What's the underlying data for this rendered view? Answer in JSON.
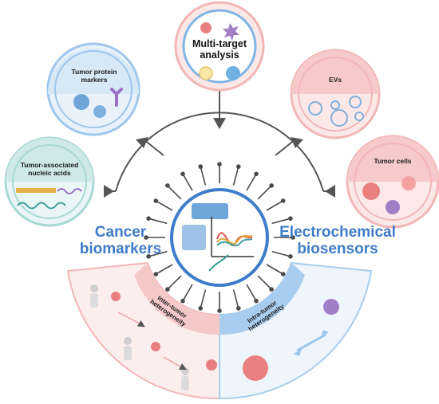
{
  "nodes": {
    "multi_target": "Multi-target analysis",
    "tumor_protein": "Tumor protein markers",
    "evs": "EVs",
    "nucleic_acids": "Tumor-associated nucleic acids",
    "tumor_cells": "Tumor cells"
  },
  "center": {
    "left_label": "Cancer biomarkers",
    "right_label": "Electrochemical biosensors"
  },
  "bottom": {
    "inter": "Inter-tumor heterogeneity",
    "intra": "Intra-tumor heterogeneity"
  },
  "colors": {
    "blue": "#3f7cc9",
    "light_blue": "#d7e8f6",
    "pink": "#f3c8c8",
    "teal": "#cfe9e7",
    "dark": "#4a4a4a"
  }
}
